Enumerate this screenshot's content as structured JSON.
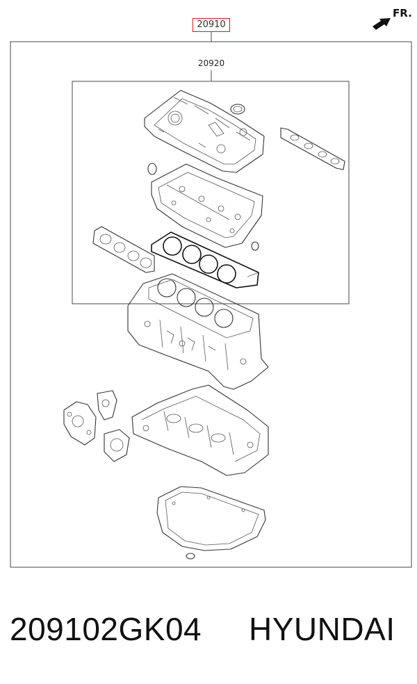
{
  "diagram": {
    "assembly_callout": "20910",
    "subassembly_callout": "20920",
    "direction_label": "FR.",
    "icons": [
      "front-arrow-icon"
    ]
  },
  "caption": {
    "part_number": "209102GK04",
    "brand": "HYUNDAI"
  }
}
